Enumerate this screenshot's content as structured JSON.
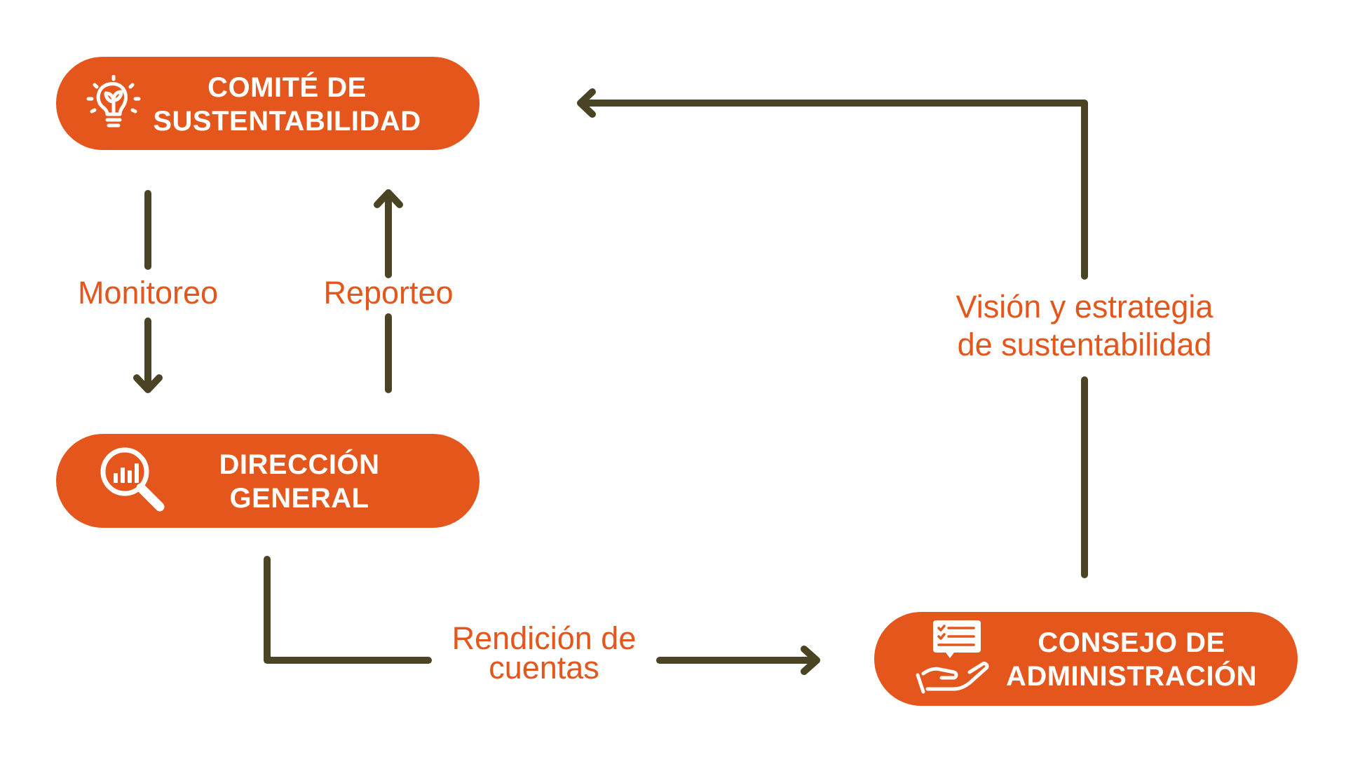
{
  "colors": {
    "node_fill": "#E4561B",
    "node_text": "#FFFFFF",
    "label_text": "#E4561B",
    "connector": "#4A4324"
  },
  "nodes": {
    "comite": {
      "icon": "lightbulb-plant-icon",
      "title_lines": [
        "COMITÉ DE",
        "SUSTENTABILIDAD"
      ]
    },
    "direccion": {
      "icon": "magnifier-chart-icon",
      "title_lines": [
        "DIRECCIÓN",
        "GENERAL"
      ]
    },
    "consejo": {
      "icon": "hand-checklist-icon",
      "title_lines": [
        "CONSEJO DE",
        "ADMINISTRACIÓN"
      ]
    }
  },
  "flows": {
    "monitoreo": {
      "lines": [
        "Monitoreo"
      ]
    },
    "reporteo": {
      "lines": [
        "Reporteo"
      ]
    },
    "rendicion": {
      "lines": [
        "Rendición de",
        "cuentas"
      ]
    },
    "vision": {
      "lines": [
        "Visión y estrategia",
        "de sustentabilidad"
      ]
    }
  }
}
